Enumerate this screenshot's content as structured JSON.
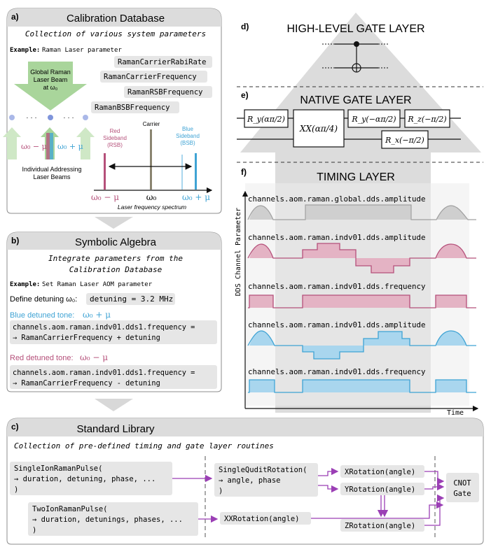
{
  "colors": {
    "panel_header_bg": "#dcdcdc",
    "panel_border": "#8c8c8c",
    "code_bg": "#e6e6e6",
    "arrow_gray": "#cfcfcf",
    "arrow_green": "#a9d59b",
    "red": "#b5507a",
    "red_fill": "#e4b3c4",
    "blue": "#3fa3d4",
    "blue_fill": "#a9d6ee",
    "purple": "#9b3fb5",
    "carrier": "#8a8470",
    "dots_blue": "#aab8e8"
  },
  "panel_a": {
    "tag": "a)",
    "title": "Calibration Database",
    "subtitle": "Collection of various system parameters",
    "example_label": "Example:",
    "example_text": "Raman Laser parameter",
    "params": [
      "RamanCarrierRabiRate",
      "RamanCarrierFrequency",
      "RamanRSBFrequency",
      "RamanBSBFrequency"
    ],
    "global_beam_line1": "Global Raman",
    "global_beam_line2": "Laser Beam",
    "global_beam_line3": "at ω₀",
    "ellipsis": "· · ·",
    "label_minus": "ω₀ − μ",
    "label_plus": "ω₀ + μ",
    "addr_line1": "Individual Addressing",
    "addr_line2": "Laser Beams",
    "red_sb_line1": "Red",
    "red_sb_line2": "Sideband",
    "red_sb_line3": "(RSB)",
    "carrier": "Carrier",
    "blue_sb_line1": "Blue",
    "blue_sb_line2": "Sideband",
    "blue_sb_line3": "(BSB)",
    "axis_minus": "ω₀ − μ",
    "axis_center": "ω₀",
    "axis_plus": "ω₀ + μ",
    "spectrum_label": "Laser frequency spectrum"
  },
  "panel_b": {
    "tag": "b)",
    "title": "Symbolic Algebra",
    "subtitle_line1": "Integrate parameters from the",
    "subtitle_line2": "Calibration Database",
    "example_label": "Example:",
    "example_text": "Set Raman Laser AOM parameter",
    "define_label": "Define detuning ω₀:",
    "define_code": "detuning = 3.2 MHz",
    "blue_label": "Blue detuned tone:",
    "blue_math": "ω₀ + μ",
    "blue_code_1": "channels.aom.raman.indv01.dds1.frequency =",
    "blue_code_2": "→   RamanCarrierFrequency + detuning",
    "red_label": "Red detuned tone:",
    "red_math": "ω₀ − μ",
    "red_code_1": "channels.aom.raman.indv01.dds1.frequency =",
    "red_code_2": "→   RamanCarrierFrequency - detuning"
  },
  "panel_c": {
    "tag": "c)",
    "title": "Standard Library",
    "subtitle": "Collection of pre-defined timing and gate layer routines",
    "single_ion_1": "SingleIonRamanPulse(",
    "single_ion_2": "→ duration, detuning, phase, ...",
    "single_ion_3": ")",
    "two_ion_1": "TwoIonRamanPulse(",
    "two_ion_2": "→ duration, detunings, phases, ...",
    "two_ion_3": ")",
    "single_qudit_1": "SingleQuditRotation(",
    "single_qudit_2": "→ angle, phase",
    "single_qudit_3": ")",
    "xx_rotation": "XXRotation(angle)",
    "x_rotation": "XRotation(angle)",
    "y_rotation": "YRotation(angle)",
    "z_rotation": "ZRotation(angle)",
    "cnot_line1": "CNOT",
    "cnot_line2": "Gate"
  },
  "panel_d": {
    "tag": "d)",
    "title": "HIGH-LEVEL GATE LAYER"
  },
  "panel_e": {
    "tag": "e)",
    "title": "NATIVE GATE LAYER",
    "gates": [
      "R_y(απ/2)",
      "XX(απ/4)",
      "R_y(−απ/2)",
      "R_z(−π/2)",
      "R_x(−π/2)"
    ]
  },
  "panel_f": {
    "tag": "f)",
    "title": "TIMING LAYER",
    "y_axis": "DDS Channel Parameter",
    "x_axis": "Time",
    "traces": [
      "channels.aom.raman.global.dds.amplitude",
      "channels.aom.raman.indv01.dds.amplitude",
      "channels.aom.raman.indv01.dds.frequency",
      "channels.aom.raman.indv01.dds.amplitude",
      "channels.aom.raman.indv01.dds.frequency"
    ]
  }
}
